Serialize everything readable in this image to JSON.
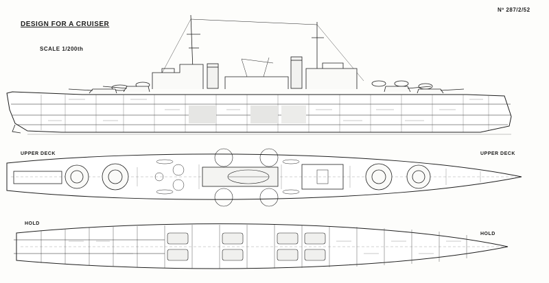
{
  "drawing": {
    "title": "DESIGN FOR A CRUISER",
    "scale": "SCALE 1/200th",
    "plate_number": "Nº 287/2/52"
  },
  "views": {
    "upper_deck_label_left": "UPPER DECK",
    "upper_deck_label_right": "UPPER DECK",
    "hold_label_left": "HOLD",
    "hold_label_right": "HOLD"
  },
  "colors": {
    "ink": "#1c1c1c",
    "paper": "#fdfdfb",
    "faint": "#8a8a8a"
  }
}
